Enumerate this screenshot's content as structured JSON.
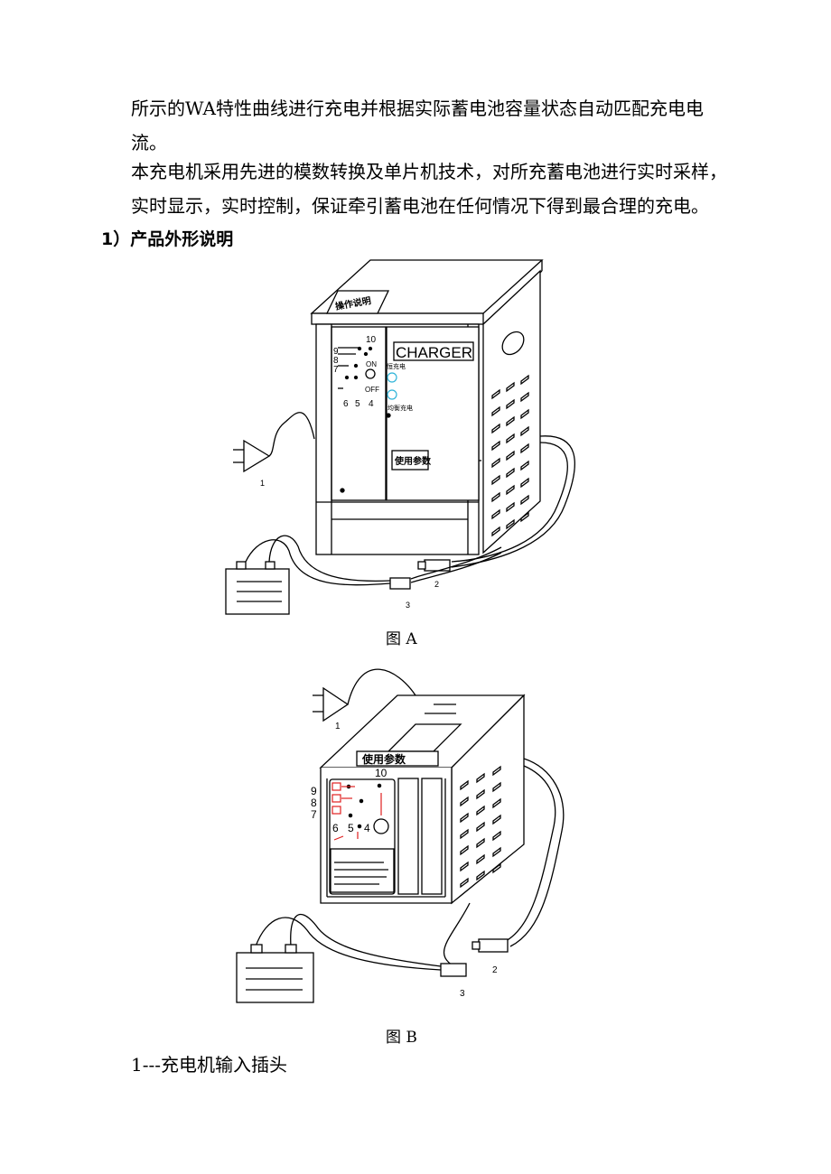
{
  "paragraphs": {
    "p1_line1": "所示的WA特性曲线进行充电并根据实际蓄电池容量状态自动匹配充电电",
    "p1_line2": "流。",
    "p2_line1": "本充电机采用先进的模数转换及单片机技术，对所充蓄电池进行实时采样，",
    "p2_line2": "实时显示，实时控制，保证牵引蓄电池在任何情况下得到最合理的充电。"
  },
  "section_heading": "1）产品外形说明",
  "figure_a": {
    "caption": "图 A",
    "panel_label_top": "操作说明",
    "charger_label": "CHARGER",
    "params_label": "使用参数",
    "indicator_1": "恒充电",
    "indicator_2": "均衡充电",
    "switch_on": "ON",
    "switch_off": "OFF",
    "nums": {
      "n10": "10",
      "n9": "9",
      "n8": "8",
      "n7": "7",
      "n6": "6",
      "n5": "5",
      "n4": "4",
      "n1": "1",
      "n2": "2",
      "n3": "3"
    }
  },
  "figure_b": {
    "caption": "图 B",
    "params_label": "使用参数",
    "nums": {
      "n10": "10",
      "n9": "9",
      "n8": "8",
      "n7": "7",
      "n6": "6",
      "n5": "5",
      "n4": "4",
      "n1": "1",
      "n2": "2",
      "n3": "3"
    }
  },
  "legend_item_1": "1---充电机输入插头",
  "colors": {
    "accent_red": "#e02020",
    "indicator_cyan": "#2fb4d8"
  }
}
